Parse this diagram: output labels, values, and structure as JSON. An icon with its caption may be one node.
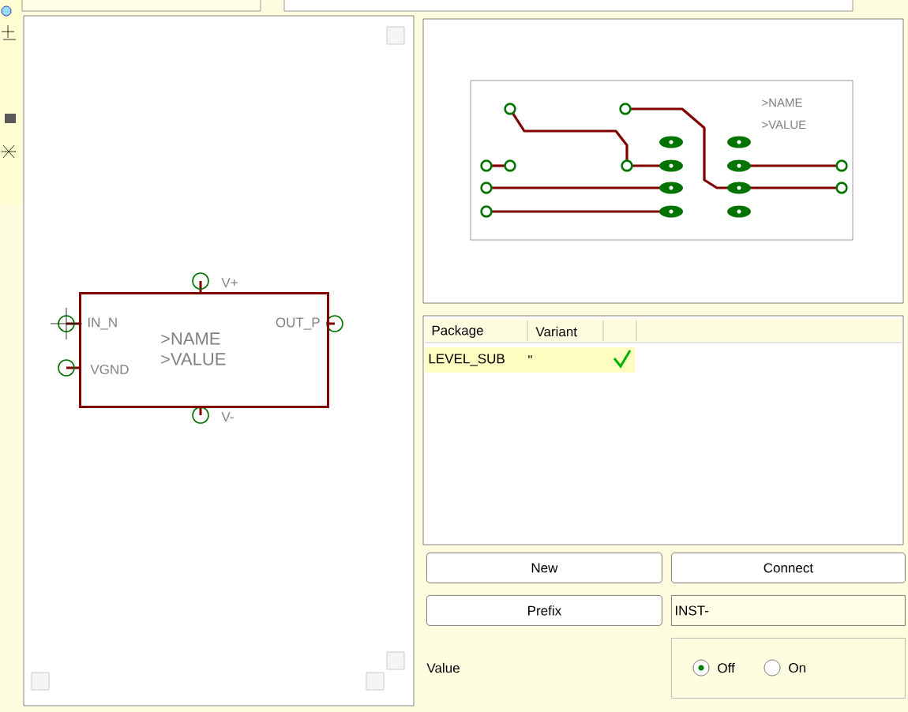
{
  "diagram": {
    "nodes": [
      {
        "text": [
          ">NAME >VALUE"
        ]
      },
      {
        "text": [
          ">NAME",
          ">VALUE"
        ]
      },
      {
        "text": [
          "New"
        ]
      },
      {
        "text": [
          "Connect"
        ]
      },
      {
        "text": [
          "Prefix"
        ]
      },
      {
        "text": [
          "INST-"
        ]
      },
      {
        "text": [],
        "shape": "box"
      },
      {
        "text": [
          "Off"
        ],
        "in": 6
      },
      {
        "text": [
          "On"
        ],
        "in": 6
      }
    ],
    "edges": [],
    "labels": [
      "V+",
      "IN_N",
      "OUT_P",
      "VGND",
      "V-",
      "Package",
      "Variant",
      "LEVEL_SUB",
      "\"",
      "Value"
    ]
  }
}
